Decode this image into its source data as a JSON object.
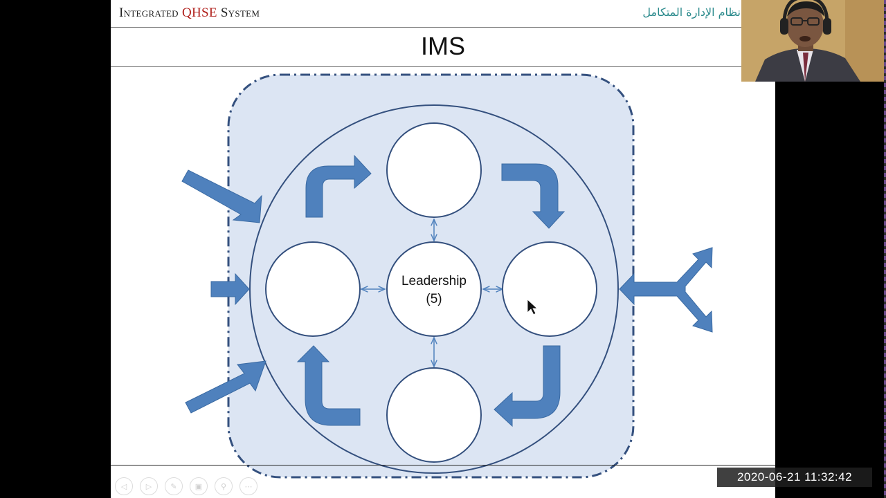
{
  "header": {
    "title_prefix": "Integrated ",
    "title_accent": "QHSE",
    "title_suffix": " System",
    "arabic_title": "نظام الإدارة المتكامل"
  },
  "slide": {
    "title": "IMS"
  },
  "diagram": {
    "center_label_line1": "Leadership",
    "center_label_line2": "(5)",
    "colors": {
      "arrow_fill": "#4f81bd",
      "arrow_stroke": "#3a6aa3",
      "panel_fill": "#dce5f3",
      "outline": "#34507e",
      "node_fill": "#ffffff"
    }
  },
  "navigation": {
    "buttons": [
      "prev-icon",
      "next-icon",
      "pen-icon",
      "slides-icon",
      "zoom-icon",
      "more-icon"
    ]
  },
  "recording": {
    "timestamp": "2020-06-21 11:32:42"
  }
}
